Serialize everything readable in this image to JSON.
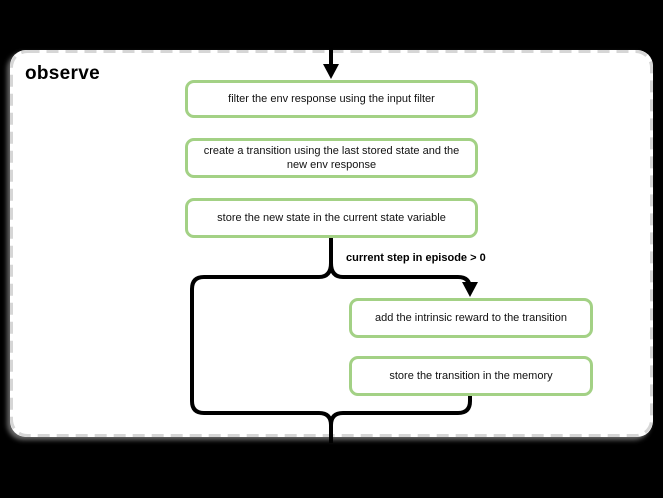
{
  "diagram": {
    "title": "observe",
    "nodes": [
      {
        "id": "filter-env-response",
        "label": "filter the env response using the input filter"
      },
      {
        "id": "create-transition",
        "label": "create a transition using the last stored state and the new env response"
      },
      {
        "id": "store-new-state",
        "label": "store the new state in the current state variable"
      },
      {
        "id": "add-intrinsic-reward",
        "label": "add the intrinsic reward to the transition"
      },
      {
        "id": "store-transition",
        "label": "store the transition in the memory"
      }
    ],
    "condition_label": "current step in episode > 0",
    "edges": [
      {
        "from": "start",
        "to": "filter-env-response",
        "type": "arrow"
      },
      {
        "from": "store-new-state",
        "to": "add-intrinsic-reward",
        "type": "arrow",
        "condition": "current step in episode > 0"
      },
      {
        "from": "store-new-state",
        "to": "end",
        "type": "line"
      },
      {
        "from": "store-transition",
        "to": "end",
        "type": "line"
      }
    ],
    "colors": {
      "background": "#000000",
      "container_fill": "#ffffff",
      "container_dash_border": "#d6d6d6",
      "node_border": "#a3d185",
      "node_fill": "#ffffff",
      "connector": "#000000",
      "text": "#111111"
    }
  }
}
